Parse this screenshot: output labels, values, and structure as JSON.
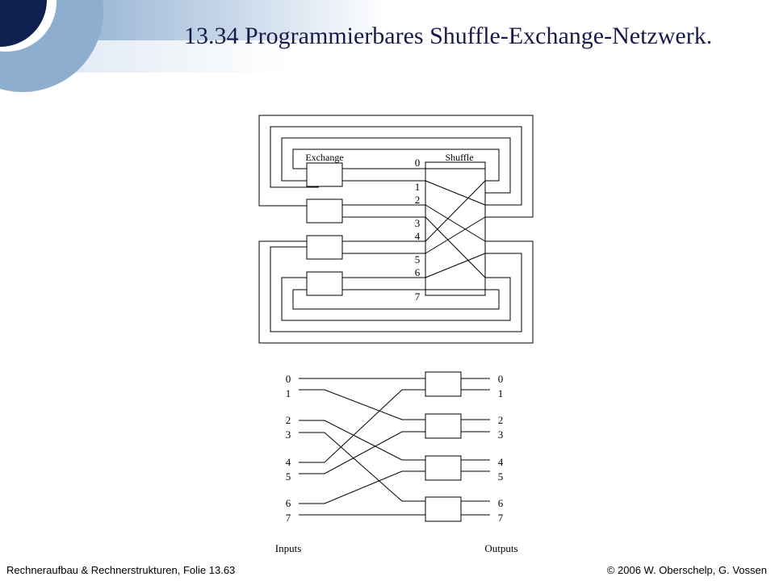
{
  "title": "13.34 Programmierbares Shuffle-Exchange-Netzwerk.",
  "footer": {
    "left": "Rechneraufbau & Rechnerstrukturen,  Folie 13.63",
    "right": "© 2006 W. Oberschelp, G. Vossen"
  },
  "top_diagram": {
    "exchange_label": "Exchange",
    "shuffle_label": "Shuffle",
    "line_labels": [
      "0",
      "1",
      "2",
      "3",
      "4",
      "5",
      "6",
      "7"
    ]
  },
  "bottom_diagram": {
    "input_labels": [
      "0",
      "1",
      "2",
      "3",
      "4",
      "5",
      "6",
      "7"
    ],
    "output_labels": [
      "0",
      "1",
      "2",
      "3",
      "4",
      "5",
      "6",
      "7"
    ],
    "inputs_label": "Inputs",
    "outputs_label": "Outputs"
  }
}
